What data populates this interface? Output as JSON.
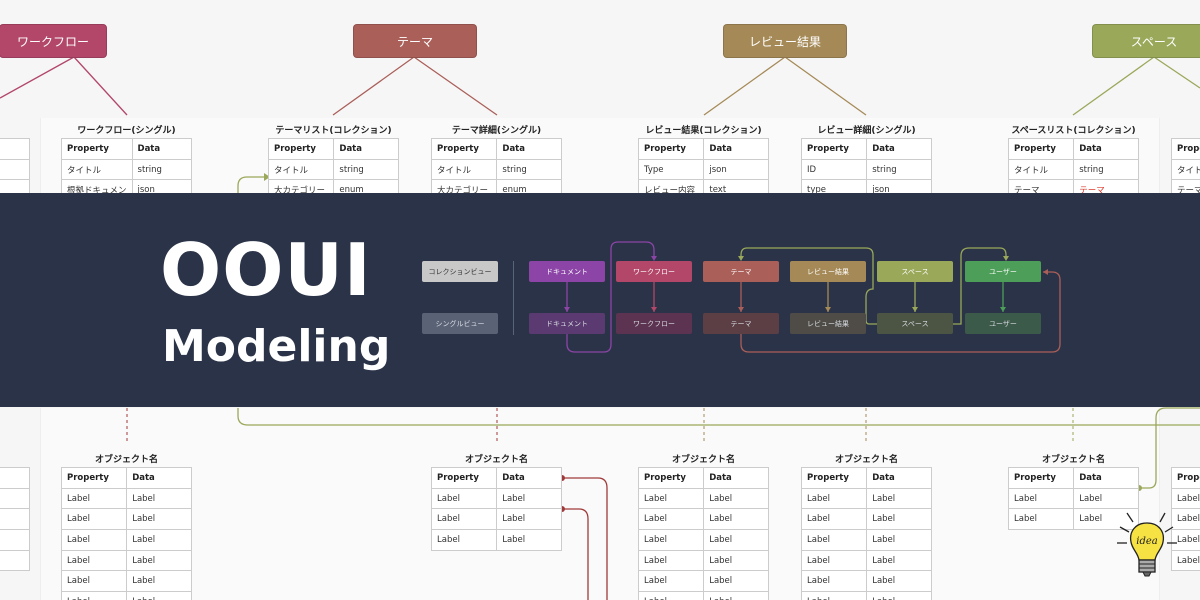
{
  "colors": {
    "workflow": "#b2476a",
    "theme": "#aa5f59",
    "review": "#a58a57",
    "space": "#9aa85a",
    "document": "#8c45a6",
    "user": "#4c9e58",
    "banner": "#2a3347",
    "red_text": "#d83a2c"
  },
  "headers": {
    "workflow": "ワークフロー",
    "theme": "テーマ",
    "review": "レビュー結果",
    "space": "スペース"
  },
  "tables_top": [
    {
      "title": "ン)",
      "rows": [
        [
          "",
          ""
        ],
        [
          "",
          ""
        ],
        [
          "",
          ""
        ]
      ]
    },
    {
      "title": "ワークフロー(シングル)",
      "rows": [
        [
          "Property",
          "Data"
        ],
        [
          "タイトル",
          "string"
        ],
        [
          "根拠ドキュメン",
          "json"
        ]
      ]
    },
    {
      "title": "テーマリスト(コレクション)",
      "rows": [
        [
          "Property",
          "Data"
        ],
        [
          "タイトル",
          "string"
        ],
        [
          "大カテゴリー",
          "enum"
        ]
      ]
    },
    {
      "title": "テーマ詳細(シングル)",
      "rows": [
        [
          "Property",
          "Data"
        ],
        [
          "タイトル",
          "string"
        ],
        [
          "大カテゴリー",
          "enum"
        ]
      ]
    },
    {
      "title": "レビュー結果(コレクション)",
      "rows": [
        [
          "Property",
          "Data"
        ],
        [
          "Type",
          "json"
        ],
        [
          "レビュー内容",
          "text"
        ]
      ]
    },
    {
      "title": "レビュー詳細(シングル)",
      "rows": [
        [
          "Property",
          "Data"
        ],
        [
          "ID",
          "string"
        ],
        [
          "type",
          "json"
        ]
      ]
    },
    {
      "title": "スペースリスト(コレクション)",
      "rows": [
        [
          "Property",
          "Data"
        ],
        [
          "タイトル",
          "string"
        ],
        [
          "テーマ",
          "テーマ"
        ]
      ]
    },
    {
      "title": "",
      "rows": [
        [
          "Prope",
          ""
        ],
        [
          "タイトル",
          ""
        ],
        [
          "テーマ",
          ""
        ]
      ]
    }
  ],
  "tables_bottom": [
    {
      "title": "",
      "rows": [
        [
          "",
          ""
        ],
        [
          "",
          ""
        ],
        [
          "",
          ""
        ],
        [
          "",
          ""
        ],
        [
          "",
          ""
        ]
      ]
    },
    {
      "title": "オブジェクト名",
      "rows": [
        [
          "Property",
          "Data"
        ],
        [
          "Label",
          "Label"
        ],
        [
          "Label",
          "Label"
        ],
        [
          "Label",
          "Label"
        ],
        [
          "Label",
          "Label"
        ],
        [
          "Label",
          "Label"
        ],
        [
          "Label",
          "Label"
        ]
      ]
    },
    {
      "title": "オブジェクト名",
      "rows": [
        [
          "Property",
          "Data"
        ],
        [
          "Label",
          "Label"
        ],
        [
          "Label",
          "Label"
        ],
        [
          "Label",
          "Label"
        ]
      ]
    },
    {
      "title": "オブジェクト名",
      "rows": [
        [
          "Property",
          "Data"
        ],
        [
          "Label",
          "Label"
        ],
        [
          "Label",
          "Label"
        ],
        [
          "Label",
          "Label"
        ],
        [
          "Label",
          "Label"
        ],
        [
          "Label",
          "Label"
        ],
        [
          "Label",
          "Label"
        ]
      ]
    },
    {
      "title": "オブジェクト名",
      "rows": [
        [
          "Property",
          "Data"
        ],
        [
          "Label",
          "Label"
        ],
        [
          "Label",
          "Label"
        ],
        [
          "Label",
          "Label"
        ],
        [
          "Label",
          "Label"
        ],
        [
          "Label",
          "Label"
        ],
        [
          "Label",
          "Label"
        ]
      ]
    },
    {
      "title": "オブジェクト名",
      "rows": [
        [
          "Property",
          "Data"
        ],
        [
          "Label",
          "Label"
        ],
        [
          "Label",
          "Label"
        ]
      ]
    },
    {
      "title": "",
      "rows": [
        [
          "Proper",
          ""
        ],
        [
          "Label",
          ""
        ],
        [
          "Label",
          ""
        ],
        [
          "Label",
          ""
        ],
        [
          "Label",
          ""
        ]
      ]
    }
  ],
  "banner": {
    "title": "OOUI",
    "subtitle": "Modeling",
    "legend_collection": "コレクションビュー",
    "legend_single": "シングルビュー",
    "collection_chips": [
      "ドキュメント",
      "ワークフロー",
      "テーマ",
      "レビュー結果",
      "スペース",
      "ユーザー"
    ],
    "single_chips": [
      "ドキュメント",
      "ワークフロー",
      "テーマ",
      "レビュー結果",
      "スペース",
      "ユーザー"
    ]
  },
  "bulb_text": "idea"
}
